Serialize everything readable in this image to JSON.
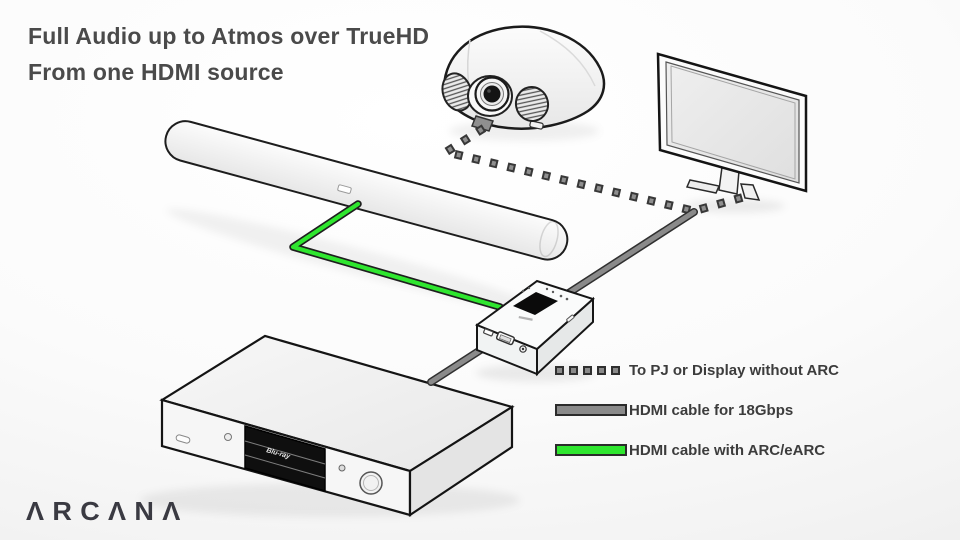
{
  "title": {
    "line1": "Full Audio up to Atmos over TrueHD",
    "line2": "From one HDMI source"
  },
  "legend": {
    "items": [
      {
        "label": "To PJ or Display without ARC",
        "marker": "dashed-gray"
      },
      {
        "label": "HDMI cable for 18Gbps",
        "marker": "solid-gray"
      },
      {
        "label": "HDMI cable with ARC/eARC",
        "marker": "solid-green"
      }
    ]
  },
  "devices": {
    "bluray_logo": "Blu-ray"
  },
  "logo": {
    "text": "ARCANA"
  },
  "colors": {
    "cable_gray": "#8a8a8a",
    "cable_green": "#2fe62f",
    "dash_outline": "#383838",
    "outline": "#1d1d1d",
    "title": "#4a4a4a",
    "text": "#3c3c3c"
  }
}
